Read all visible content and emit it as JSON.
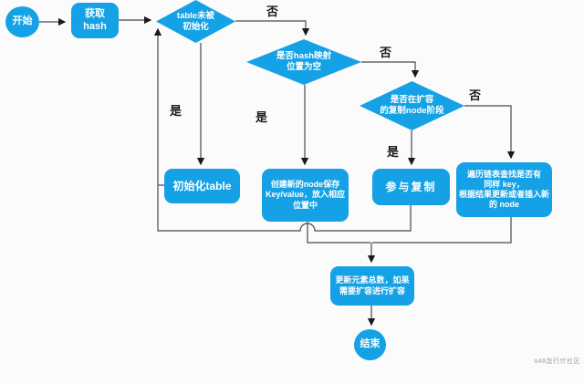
{
  "colors": {
    "node_fill": "#14a1e5",
    "node_text": "#ffffff",
    "connector": "#4a4a4a",
    "label_text": "#1a1a1a",
    "background": "#fbfbfb"
  },
  "branch_labels": {
    "yes": "是",
    "no": "否"
  },
  "nodes": {
    "start": {
      "label": "开始"
    },
    "get_hash": {
      "lines": [
        "获取",
        "hash"
      ]
    },
    "check_table_init": {
      "lines": [
        "table未被",
        "初始化"
      ]
    },
    "check_slot_empty": {
      "lines": [
        "是否hash映射",
        "位置为空"
      ]
    },
    "check_resizing": {
      "lines": [
        "是否在扩容",
        "的复制node阶段"
      ]
    },
    "init_table": {
      "label": "初始化table"
    },
    "create_node": {
      "lines": [
        "创建新的node保存",
        "Key/value，放入相应",
        "位置中"
      ]
    },
    "assist_copy": {
      "label": "参与复制"
    },
    "traverse_list": {
      "lines": [
        "遍历链表查找是否有",
        "同样 key，",
        "根据结果更新或者插入新",
        "的 node"
      ]
    },
    "update_count": {
      "lines": [
        "更新元素总数，如果",
        "需要扩容进行扩容"
      ]
    },
    "end": {
      "label": "结束"
    }
  },
  "watermark": "o48怎行什社区"
}
